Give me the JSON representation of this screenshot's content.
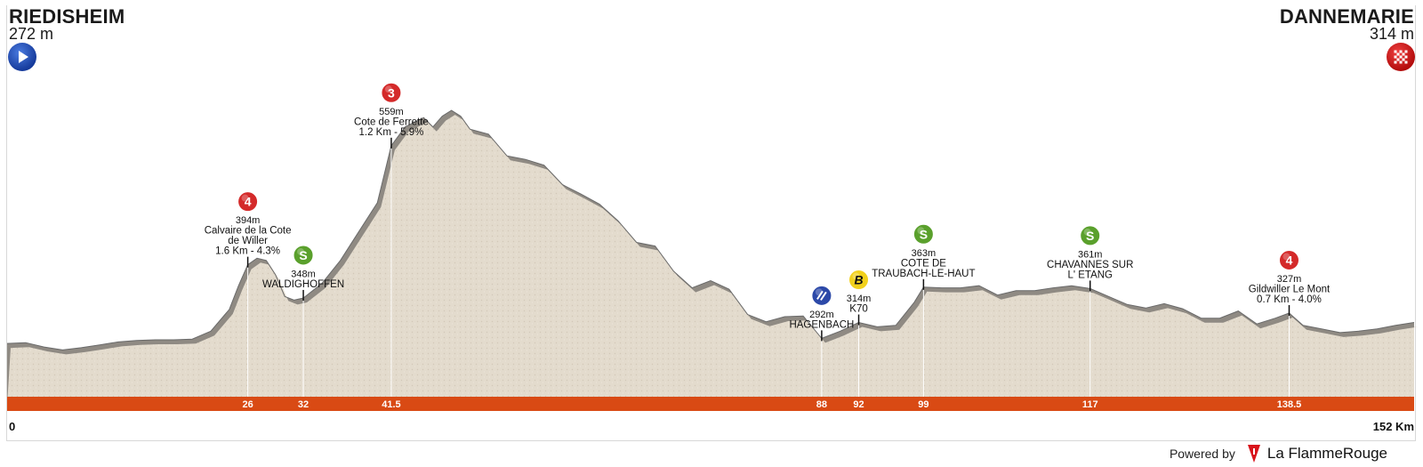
{
  "start": {
    "name": "RIEDISHEIM",
    "altitude": "272 m",
    "icon": "start-play-icon"
  },
  "finish": {
    "name": "DANNEMARIE",
    "altitude": "314 m",
    "icon": "finish-checkered-flag-icon"
  },
  "branding": {
    "powered_by": "Powered by",
    "name": "La FlammeRouge",
    "icon": "flamme-rouge-logo-icon"
  },
  "colors": {
    "terrain": "#e3dbcd",
    "terrain_edge": "#6a6a6a",
    "terrain_shadow": "#8f8a83",
    "distance_bar": "#d94a14",
    "km4": "#d42a2a",
    "km3": "#d42a2a",
    "sprint": "#5aa02c",
    "bonus": "#f2d11c",
    "feed": "#2c49a8"
  },
  "chart_data": {
    "type": "area",
    "title": "",
    "xlabel": "",
    "ylabel": "",
    "xlim": [
      0,
      152
    ],
    "ylim": [
      200,
      650
    ],
    "axis": {
      "start_label": "0",
      "end_label": "152 Km"
    },
    "profile": [
      [
        0,
        285
      ],
      [
        2,
        286
      ],
      [
        4,
        280
      ],
      [
        6,
        276
      ],
      [
        8,
        279
      ],
      [
        10,
        283
      ],
      [
        12,
        287
      ],
      [
        14,
        289
      ],
      [
        16,
        290
      ],
      [
        18,
        290
      ],
      [
        20,
        291
      ],
      [
        22,
        302
      ],
      [
        24,
        332
      ],
      [
        25,
        365
      ],
      [
        26,
        394
      ],
      [
        27,
        403
      ],
      [
        28,
        400
      ],
      [
        29,
        380
      ],
      [
        30,
        350
      ],
      [
        31,
        345
      ],
      [
        32,
        348
      ],
      [
        34,
        368
      ],
      [
        36,
        400
      ],
      [
        38,
        440
      ],
      [
        40,
        480
      ],
      [
        41.5,
        559
      ],
      [
        43,
        585
      ],
      [
        45,
        598
      ],
      [
        46,
        585
      ],
      [
        47,
        600
      ],
      [
        48,
        608
      ],
      [
        49,
        600
      ],
      [
        50,
        582
      ],
      [
        52,
        575
      ],
      [
        54,
        545
      ],
      [
        56,
        540
      ],
      [
        58,
        532
      ],
      [
        60,
        505
      ],
      [
        62,
        492
      ],
      [
        64,
        478
      ],
      [
        66,
        455
      ],
      [
        68,
        425
      ],
      [
        70,
        420
      ],
      [
        72,
        385
      ],
      [
        74,
        362
      ],
      [
        76,
        372
      ],
      [
        78,
        360
      ],
      [
        80,
        325
      ],
      [
        82,
        315
      ],
      [
        84,
        322
      ],
      [
        86,
        323
      ],
      [
        88,
        292
      ],
      [
        90,
        302
      ],
      [
        92,
        314
      ],
      [
        94,
        308
      ],
      [
        96,
        310
      ],
      [
        98,
        342
      ],
      [
        99,
        363
      ],
      [
        101,
        362
      ],
      [
        103,
        362
      ],
      [
        105,
        365
      ],
      [
        107,
        352
      ],
      [
        109,
        358
      ],
      [
        111,
        358
      ],
      [
        113,
        362
      ],
      [
        115,
        365
      ],
      [
        117,
        361
      ],
      [
        119,
        350
      ],
      [
        121,
        339
      ],
      [
        123,
        334
      ],
      [
        125,
        340
      ],
      [
        127,
        333
      ],
      [
        129,
        320
      ],
      [
        131,
        320
      ],
      [
        133,
        330
      ],
      [
        135,
        312
      ],
      [
        137,
        320
      ],
      [
        138.5,
        327
      ],
      [
        140,
        310
      ],
      [
        142,
        305
      ],
      [
        144,
        300
      ],
      [
        146,
        302
      ],
      [
        148,
        305
      ],
      [
        150,
        310
      ],
      [
        152,
        314
      ]
    ],
    "markers": [
      {
        "km": 26,
        "km_label": "26",
        "alt": 394,
        "type": "climb",
        "cat": "4",
        "lines": [
          "394m",
          "Calvaire de la Cote",
          "de Willer",
          "1.6 Km - 4.3%"
        ]
      },
      {
        "km": 32,
        "km_label": "32",
        "alt": 348,
        "type": "sprint",
        "cat": "S",
        "lines": [
          "348m",
          "WALDIGHOFFEN"
        ]
      },
      {
        "km": 41.5,
        "km_label": "41.5",
        "alt": 559,
        "type": "climb",
        "cat": "3",
        "lines": [
          "559m",
          "Cote de Ferrette",
          "1.2 Km - 5.9%"
        ]
      },
      {
        "km": 88,
        "km_label": "88",
        "alt": 292,
        "type": "feed",
        "cat": "",
        "lines": [
          "292m",
          "HAGENBACH"
        ]
      },
      {
        "km": 92,
        "km_label": "92",
        "alt": 314,
        "type": "bonus",
        "cat": "B",
        "lines": [
          "314m",
          "K70"
        ]
      },
      {
        "km": 99,
        "km_label": "99",
        "alt": 363,
        "type": "sprint",
        "cat": "S",
        "lines": [
          "363m",
          "COTE DE",
          "TRAUBACH-LE-HAUT"
        ]
      },
      {
        "km": 117,
        "km_label": "117",
        "alt": 361,
        "type": "sprint",
        "cat": "S",
        "lines": [
          "361m",
          "CHAVANNES SUR",
          "L' ETANG"
        ]
      },
      {
        "km": 138.5,
        "km_label": "138.5",
        "alt": 327,
        "type": "climb",
        "cat": "4",
        "lines": [
          "327m",
          "Gildwiller Le Mont",
          "0.7 Km - 4.0%"
        ]
      }
    ]
  }
}
